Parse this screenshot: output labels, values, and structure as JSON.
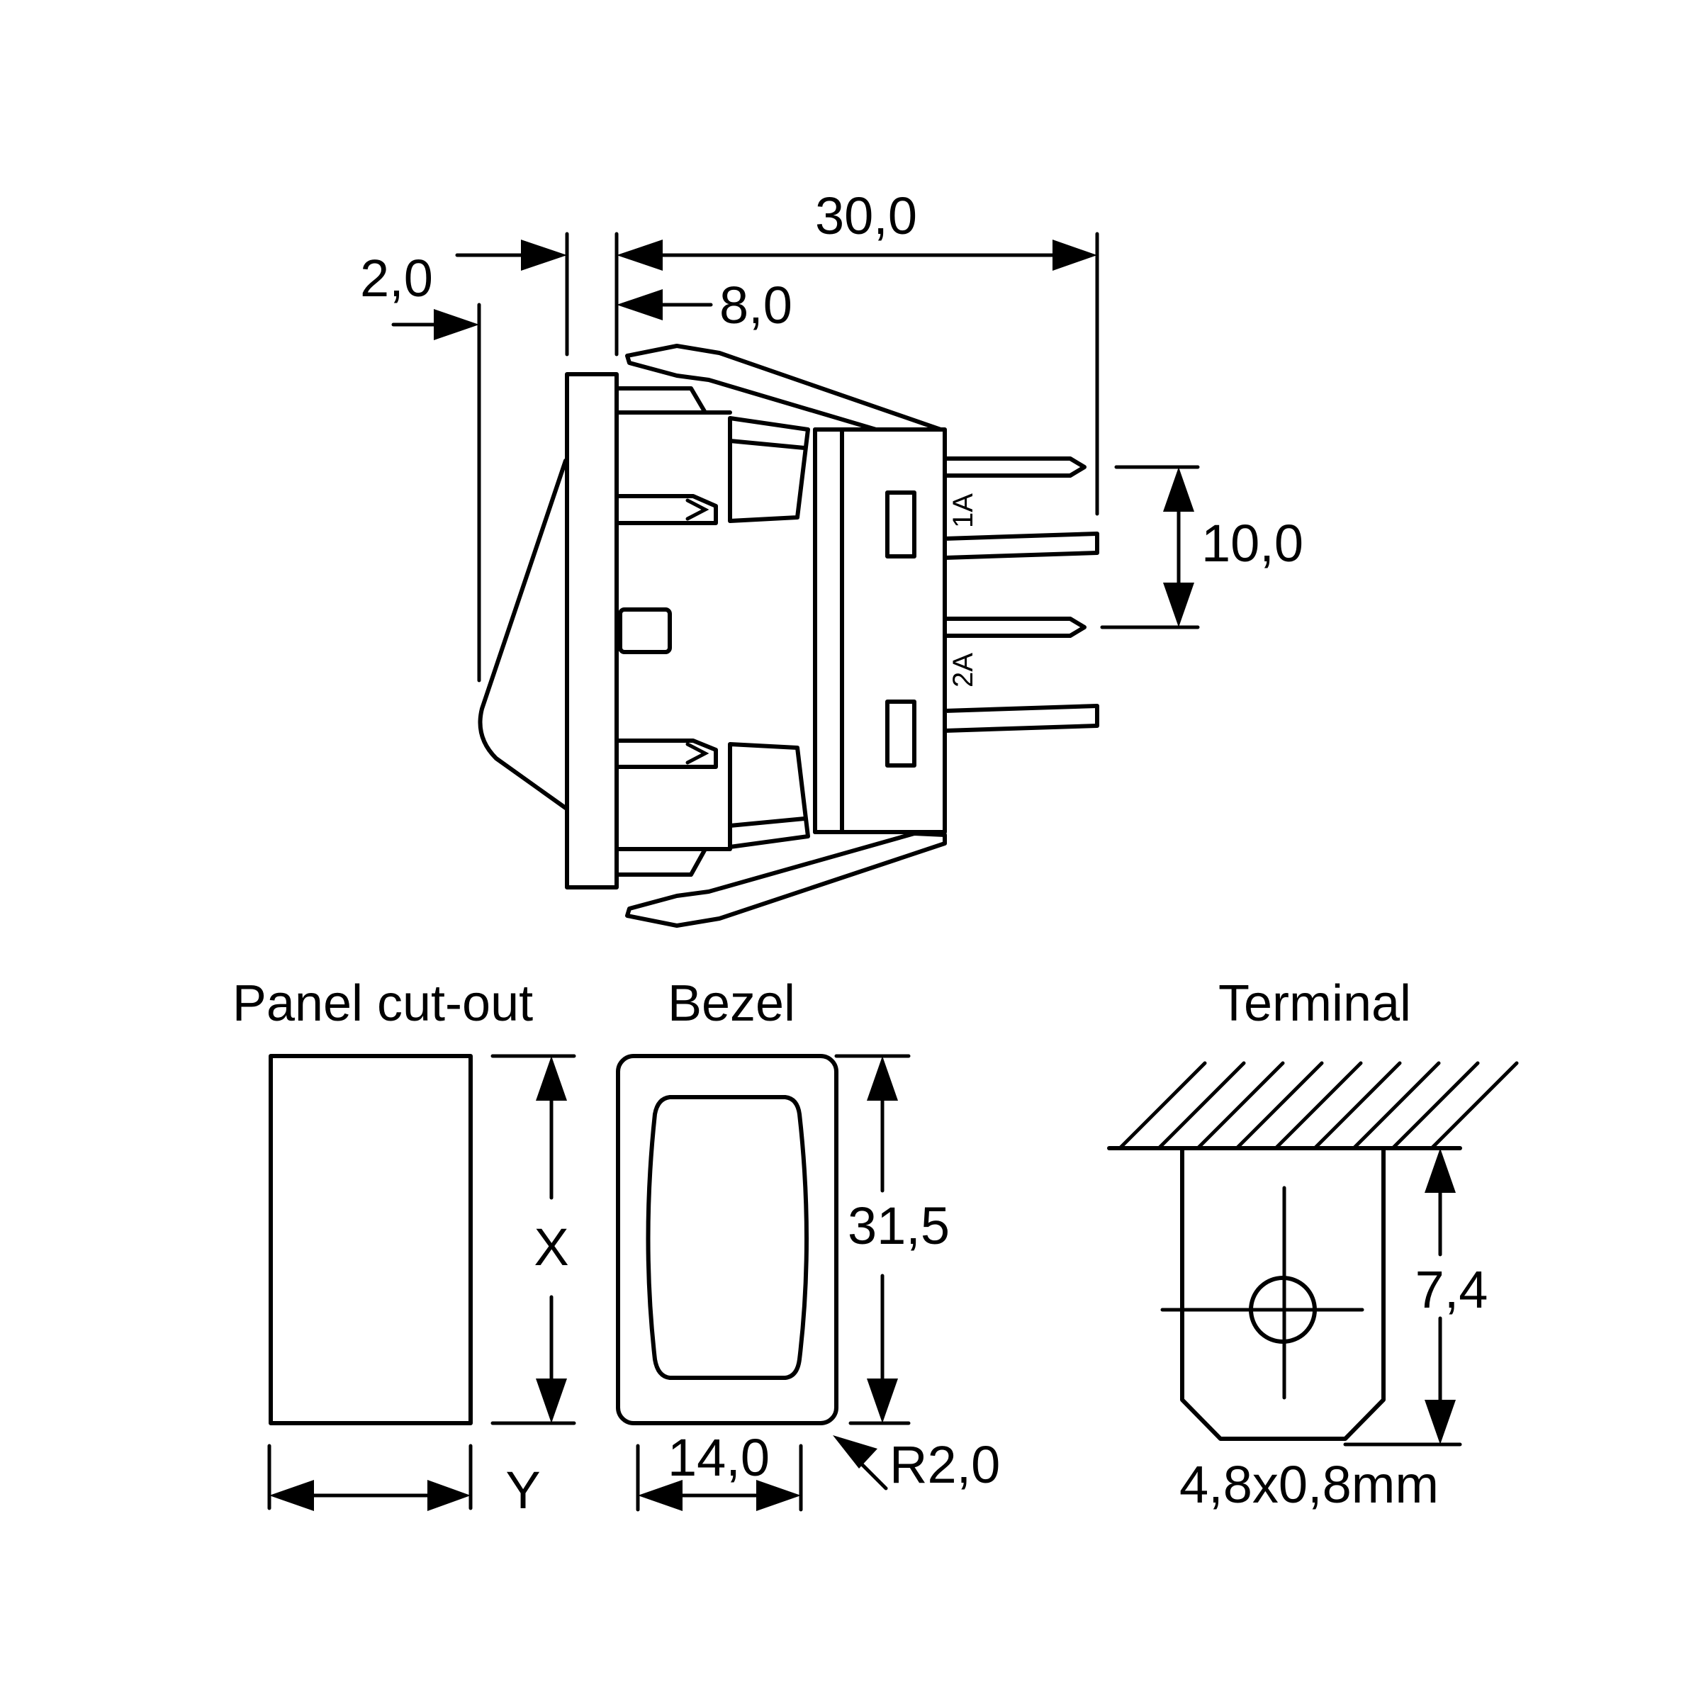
{
  "side_view": {
    "dim_overall_length": "30,0",
    "dim_bezel_thickness": "2,0",
    "dim_rocker_protrusion": "8,0",
    "dim_terminal_pitch": "10,0",
    "terminal_label_1": "1A",
    "terminal_label_2": "2A"
  },
  "panel_cutout": {
    "title": "Panel cut-out",
    "height_label": "X",
    "width_label": "Y"
  },
  "bezel": {
    "title": "Bezel",
    "height": "31,5",
    "width": "14,0",
    "corner_radius": "R2,0"
  },
  "terminal": {
    "title": "Terminal",
    "length": "7,4",
    "size": "4,8x0,8mm"
  }
}
